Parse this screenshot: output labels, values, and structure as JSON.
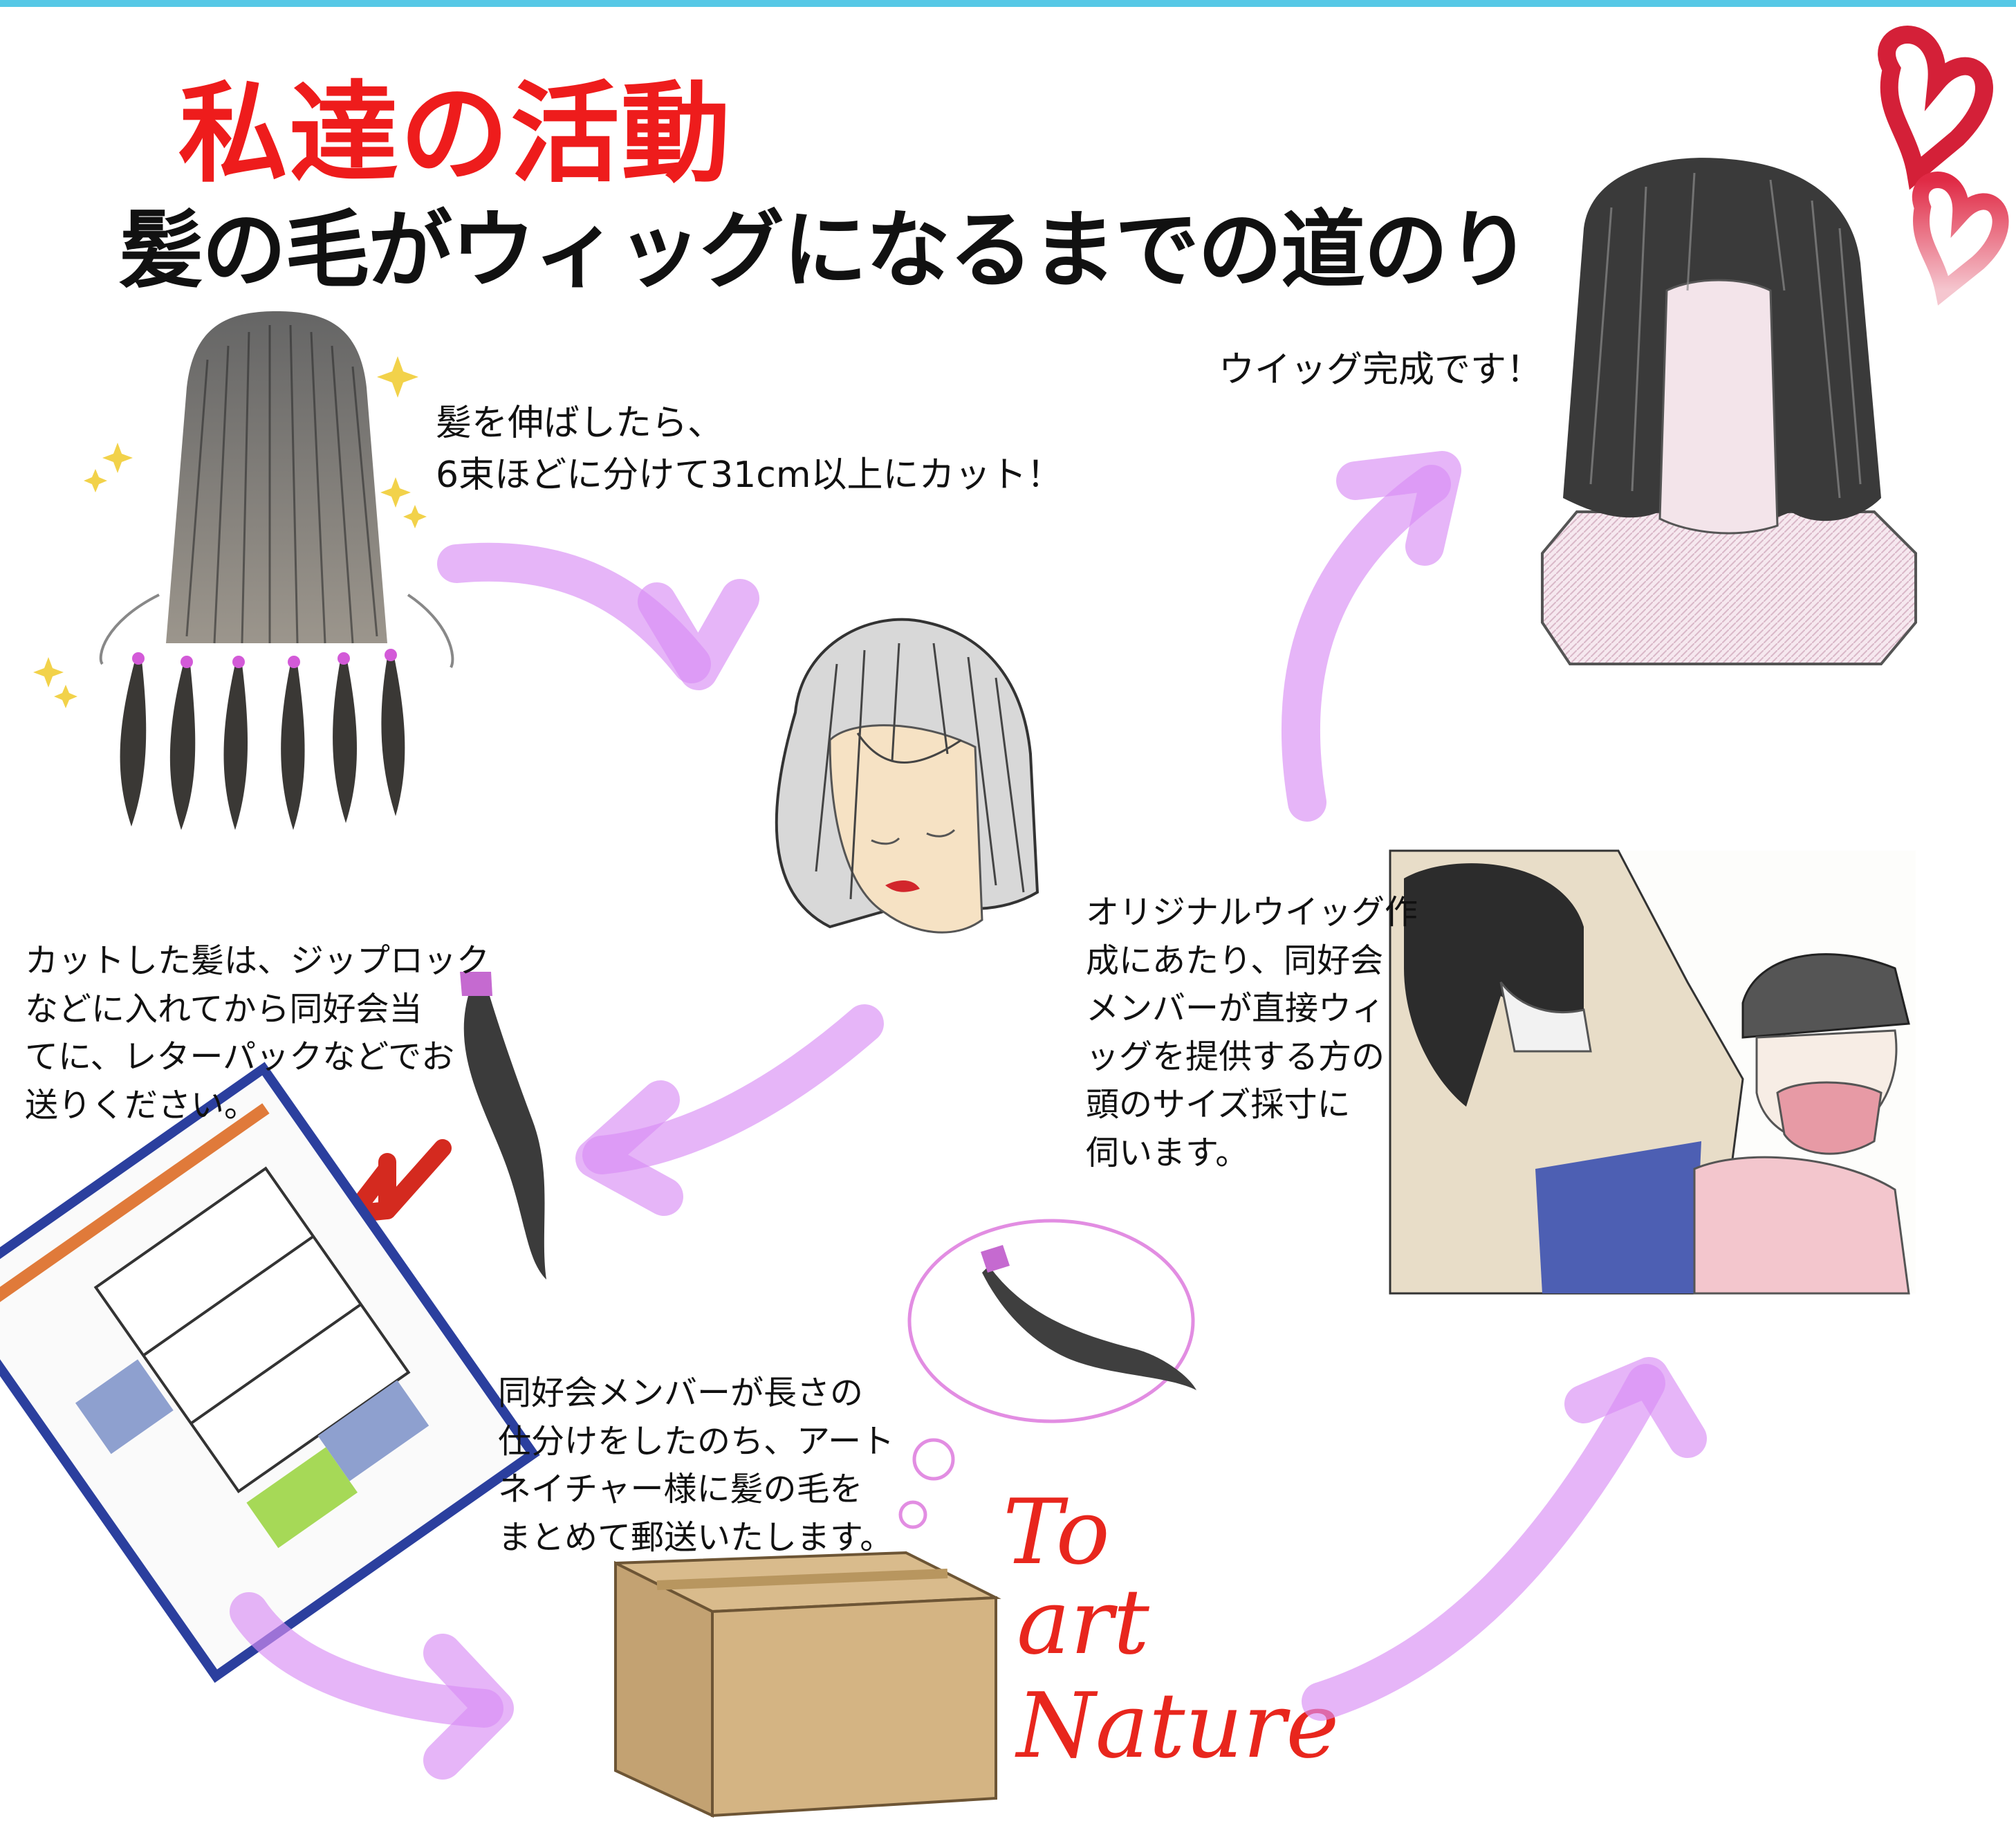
{
  "header": {
    "title": "私達の活動",
    "subtitle": "髪の毛がウィッグになるまでの道のり"
  },
  "steps": {
    "cut": "髪を伸ばしたら、\n6束ほどに分けて31cm以上にカット！",
    "pack": "カットした髪は、ジップロック\nなどに入れてから同好会当\nてに、レターパックなどでお\n送りください。",
    "sort": "同好会メンバーが長さの\n仕分けをしたのち、アート\nネイチャー様に髪の毛を\nまとめて郵送いたします。",
    "measure": "オリジナルウイッグ作\n成にあたり、同好会\nメンバーが直接ウィ\nッグを提供する方の\n頭のサイズ採寸に\n伺います。",
    "done": "ウイッグ完成です！"
  },
  "handwritten": {
    "line1": "To",
    "line2": "art",
    "line3": "Nature"
  },
  "colors": {
    "title": "#ee1c1c",
    "arrow": "#d98ef5",
    "accent_bar": "#56c8e6",
    "heart": "#e02a45"
  }
}
